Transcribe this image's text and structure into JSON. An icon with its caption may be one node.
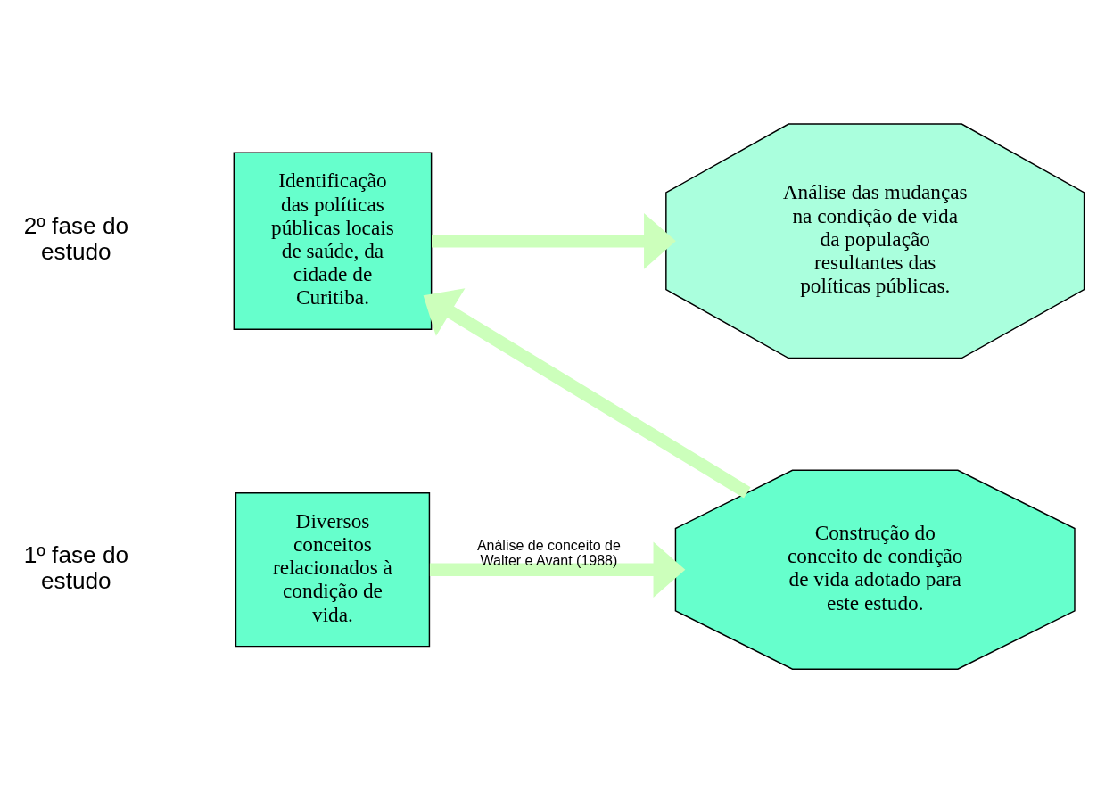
{
  "diagram": {
    "nodes": [
      {
        "text": [
          "Diversos conceitos relacionados à condição de vida."
        ]
      },
      {
        "text": [
          "Construção do conceito de condição de vida adotado para este estudo."
        ]
      },
      {
        "text": [
          "Identificação das políticas públicas locais de saúde, da cidade de Curitiba."
        ]
      },
      {
        "text": [
          "Análise das mudanças na condição de vida da população resultantes das políticas públicas."
        ]
      }
    ],
    "edges": [
      {
        "from": 0,
        "to": 1,
        "arrow": "to",
        "label": "Análise de conceito de Walter e Avant (1988)"
      },
      {
        "from": 1,
        "to": 2,
        "arrow": "to"
      },
      {
        "from": 2,
        "to": 3,
        "arrow": "to"
      }
    ],
    "labels": [
      "1º fase do estudo",
      "2º fase do estudo"
    ]
  }
}
